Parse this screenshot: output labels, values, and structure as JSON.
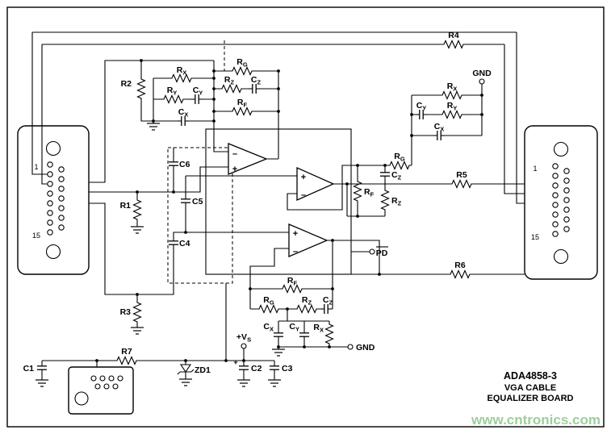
{
  "doc": {
    "title_block": {
      "part_number": "ADA4858-3",
      "line2": "VGA CABLE",
      "line3": "EQUALIZER BOARD"
    },
    "watermark": "www.cntronics.com"
  },
  "connectors": {
    "pin_first": "1",
    "pin_last": "15"
  },
  "power": {
    "vs_main": "+V",
    "vs_sub": "S",
    "gnd": "GND",
    "pd": "PD"
  },
  "components": {
    "r1": "R1",
    "r2": "R2",
    "r3": "R3",
    "r4": "R4",
    "r5": "R5",
    "r6": "R6",
    "r7": "R7",
    "c1": "C1",
    "c2": "C2",
    "c3": "C3",
    "c4": "C4",
    "c5": "C5",
    "c6": "C6",
    "zd1": "ZD1",
    "rg": {
      "main": "R",
      "sub": "G"
    },
    "rx": {
      "main": "R",
      "sub": "X"
    },
    "ry": {
      "main": "R",
      "sub": "Y"
    },
    "rz": {
      "main": "R",
      "sub": "Z"
    },
    "rf": {
      "main": "R",
      "sub": "F"
    },
    "cx": {
      "main": "C",
      "sub": "X"
    },
    "cy": {
      "main": "C",
      "sub": "Y"
    },
    "cz": {
      "main": "C",
      "sub": "Z"
    }
  },
  "symbols": {
    "plus": "+",
    "minus": "–"
  },
  "colors": {
    "ink": "#000000",
    "watermark": "#9bd09b"
  }
}
